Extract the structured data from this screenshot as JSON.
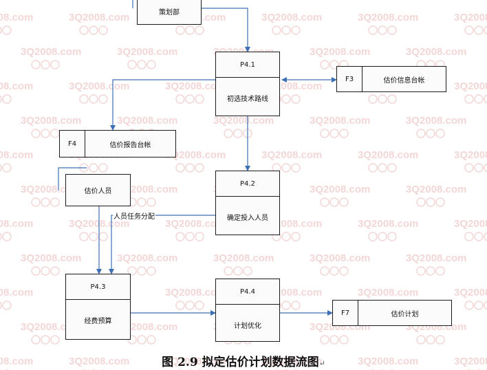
{
  "watermark": {
    "text": "3Q2008.com",
    "color": "#f3d6d6"
  },
  "colors": {
    "arrow": "#3c6fb4",
    "border": "#1a1a1a"
  },
  "external": {
    "planning": {
      "label": "策划部"
    },
    "estimator": {
      "label": "估价人员"
    }
  },
  "processes": {
    "p41": {
      "id": "P4.1",
      "name": "初选技术路线"
    },
    "p42": {
      "id": "P4.2",
      "name": "确定投入人员"
    },
    "p43": {
      "id": "P4.3",
      "name": "经费预算"
    },
    "p44": {
      "id": "P4.4",
      "name": "计划优化"
    }
  },
  "stores": {
    "f3": {
      "id": "F3",
      "name": "估价信息台帐"
    },
    "f4": {
      "id": "F4",
      "name": "估价报告台帐"
    },
    "f7": {
      "id": "F7",
      "name": "估价计划"
    }
  },
  "flows": {
    "task_assign": "人员任务分配"
  },
  "caption": {
    "text": "图 2.9  拟定估价计划数据流图",
    "mark": "↵"
  }
}
